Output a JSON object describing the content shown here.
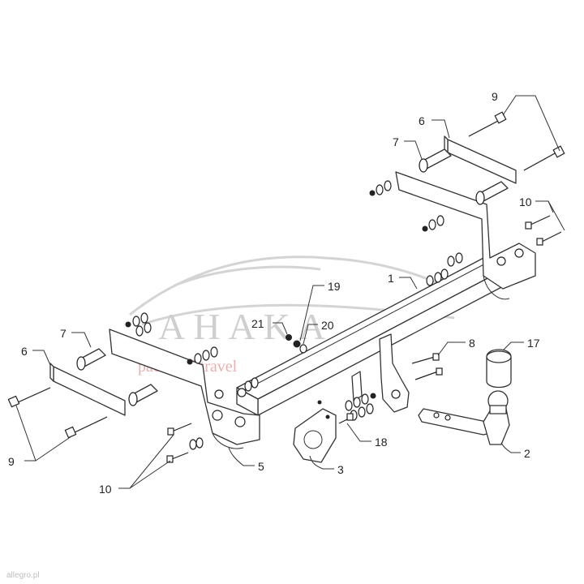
{
  "watermark": {
    "brand": "AHAKA",
    "tagline": "pack and travel"
  },
  "source_mark": "allegro.pl",
  "labels": {
    "p1": "1",
    "p2": "2",
    "p3": "3",
    "p5": "5",
    "p6a": "6",
    "p6b": "6",
    "p7a": "7",
    "p7b": "7",
    "p8": "8",
    "p9a": "9",
    "p9b": "9",
    "p10a": "10",
    "p10b": "10",
    "p17": "17",
    "p18": "18",
    "p19": "19",
    "p20": "20",
    "p21": "21"
  }
}
